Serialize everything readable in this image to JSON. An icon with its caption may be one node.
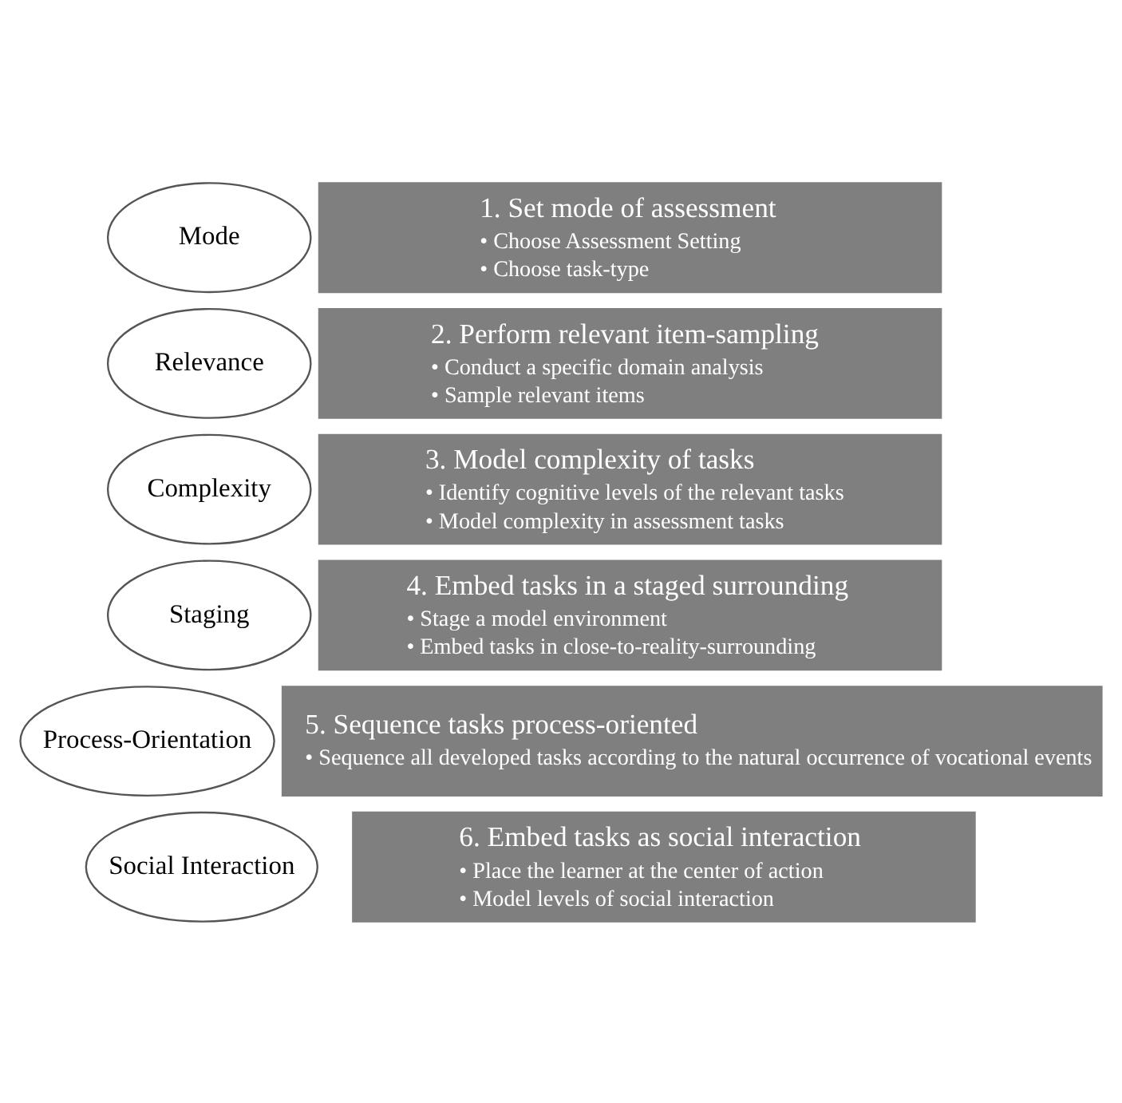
{
  "diagram": {
    "nodes": [
      {
        "text": [
          "Mode"
        ]
      },
      {
        "text": [
          "1. Set mode of assessment",
          "• Choose Assessment Setting",
          "• Choose task-type"
        ]
      },
      {
        "text": [
          "Relevance"
        ]
      },
      {
        "text": [
          "2. Perform relevant item-sampling",
          "• Conduct a specific domain analysis",
          "• Sample relevant items"
        ]
      },
      {
        "text": [
          "Complexity"
        ]
      },
      {
        "text": [
          "3. Model complexity of tasks",
          "• Identify cognitive levels of the relevant tasks",
          "• Model complexity in assessment tasks"
        ]
      },
      {
        "text": [
          "Staging"
        ]
      },
      {
        "text": [
          "4. Embed tasks in a staged surrounding",
          "• Stage a model environment",
          "• Embed tasks in close-to-reality-surrounding"
        ]
      },
      {
        "text": [
          "Process-Orientation"
        ]
      },
      {
        "text": [
          "5. Sequence tasks process-oriented",
          "• Sequence all developed tasks according to the natural occurrence of vocational events"
        ]
      },
      {
        "text": [
          "Social Interaction"
        ]
      },
      {
        "text": [
          "6. Embed tasks as social interaction",
          "• Place the learner at the center of action",
          "• Model levels of social interaction"
        ]
      }
    ],
    "edges": []
  }
}
